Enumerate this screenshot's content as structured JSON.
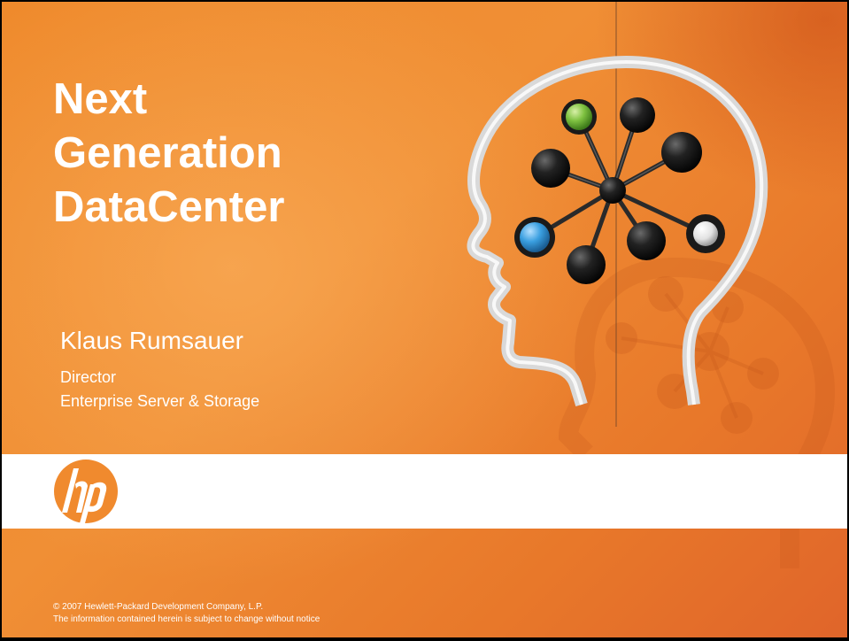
{
  "slide": {
    "title_lines": [
      "Next",
      "Generation",
      "DataCenter"
    ],
    "presenter": {
      "name": "Klaus Rumsauer",
      "role": "Director",
      "department": "Enterprise Server & Storage"
    },
    "logo_text": "hp",
    "footer": {
      "copyright": "© 2007 Hewlett-Packard Development Company, L.P.",
      "notice": "The information contained herein is subject to change without notice"
    }
  },
  "colors": {
    "background": "#ef8a2c",
    "band": "#ffffff",
    "logo": "#f08a2e",
    "text": "#ffffff",
    "sphere_green": "#7fc241",
    "sphere_blue": "#3a9fe0",
    "sphere_white": "#e8e8e8"
  },
  "icons": [
    "hp-logo-icon",
    "head-outline-icon",
    "molecule-icon",
    "head-reflection-icon"
  ]
}
